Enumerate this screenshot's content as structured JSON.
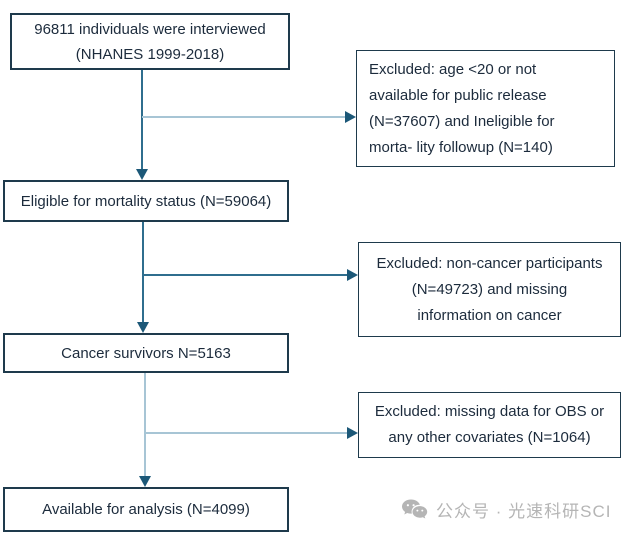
{
  "flowchart": {
    "main_boxes": [
      {
        "id": "interviewed",
        "lines": [
          "96811 individuals were interviewed",
          "(NHANES 1999-2018)"
        ]
      },
      {
        "id": "eligible-mortality",
        "lines": [
          "Eligible for mortality status (N=59064)"
        ]
      },
      {
        "id": "cancer-survivors",
        "lines": [
          "Cancer survivors N=5163"
        ]
      },
      {
        "id": "available-analysis",
        "lines": [
          "Available for analysis (N=4099)"
        ]
      }
    ],
    "exclusion_boxes": [
      {
        "id": "exclusion-1",
        "lines": [
          "Excluded: age <20 or not",
          "available for public release",
          "(N=37607) and Ineligible for",
          "morta- lity followup (N=140)"
        ]
      },
      {
        "id": "exclusion-2",
        "lines": [
          "Excluded: non-cancer participants",
          "(N=49723) and missing",
          "information on cancer"
        ]
      },
      {
        "id": "exclusion-3",
        "lines": [
          "Excluded: missing data for OBS or",
          "any other covariates (N=1064)"
        ]
      }
    ]
  },
  "watermark": {
    "icon": "wechat-icon",
    "text": "公众号 · 光速科研SCI"
  },
  "colors": {
    "box_border": "#1e3a4c",
    "text": "#1c2b3c",
    "arrow_dark": "#2f6e8e",
    "arrow_light": "#a7c5d5",
    "arrowhead": "#1c5878",
    "watermark_gray": "#b5b5b5"
  }
}
